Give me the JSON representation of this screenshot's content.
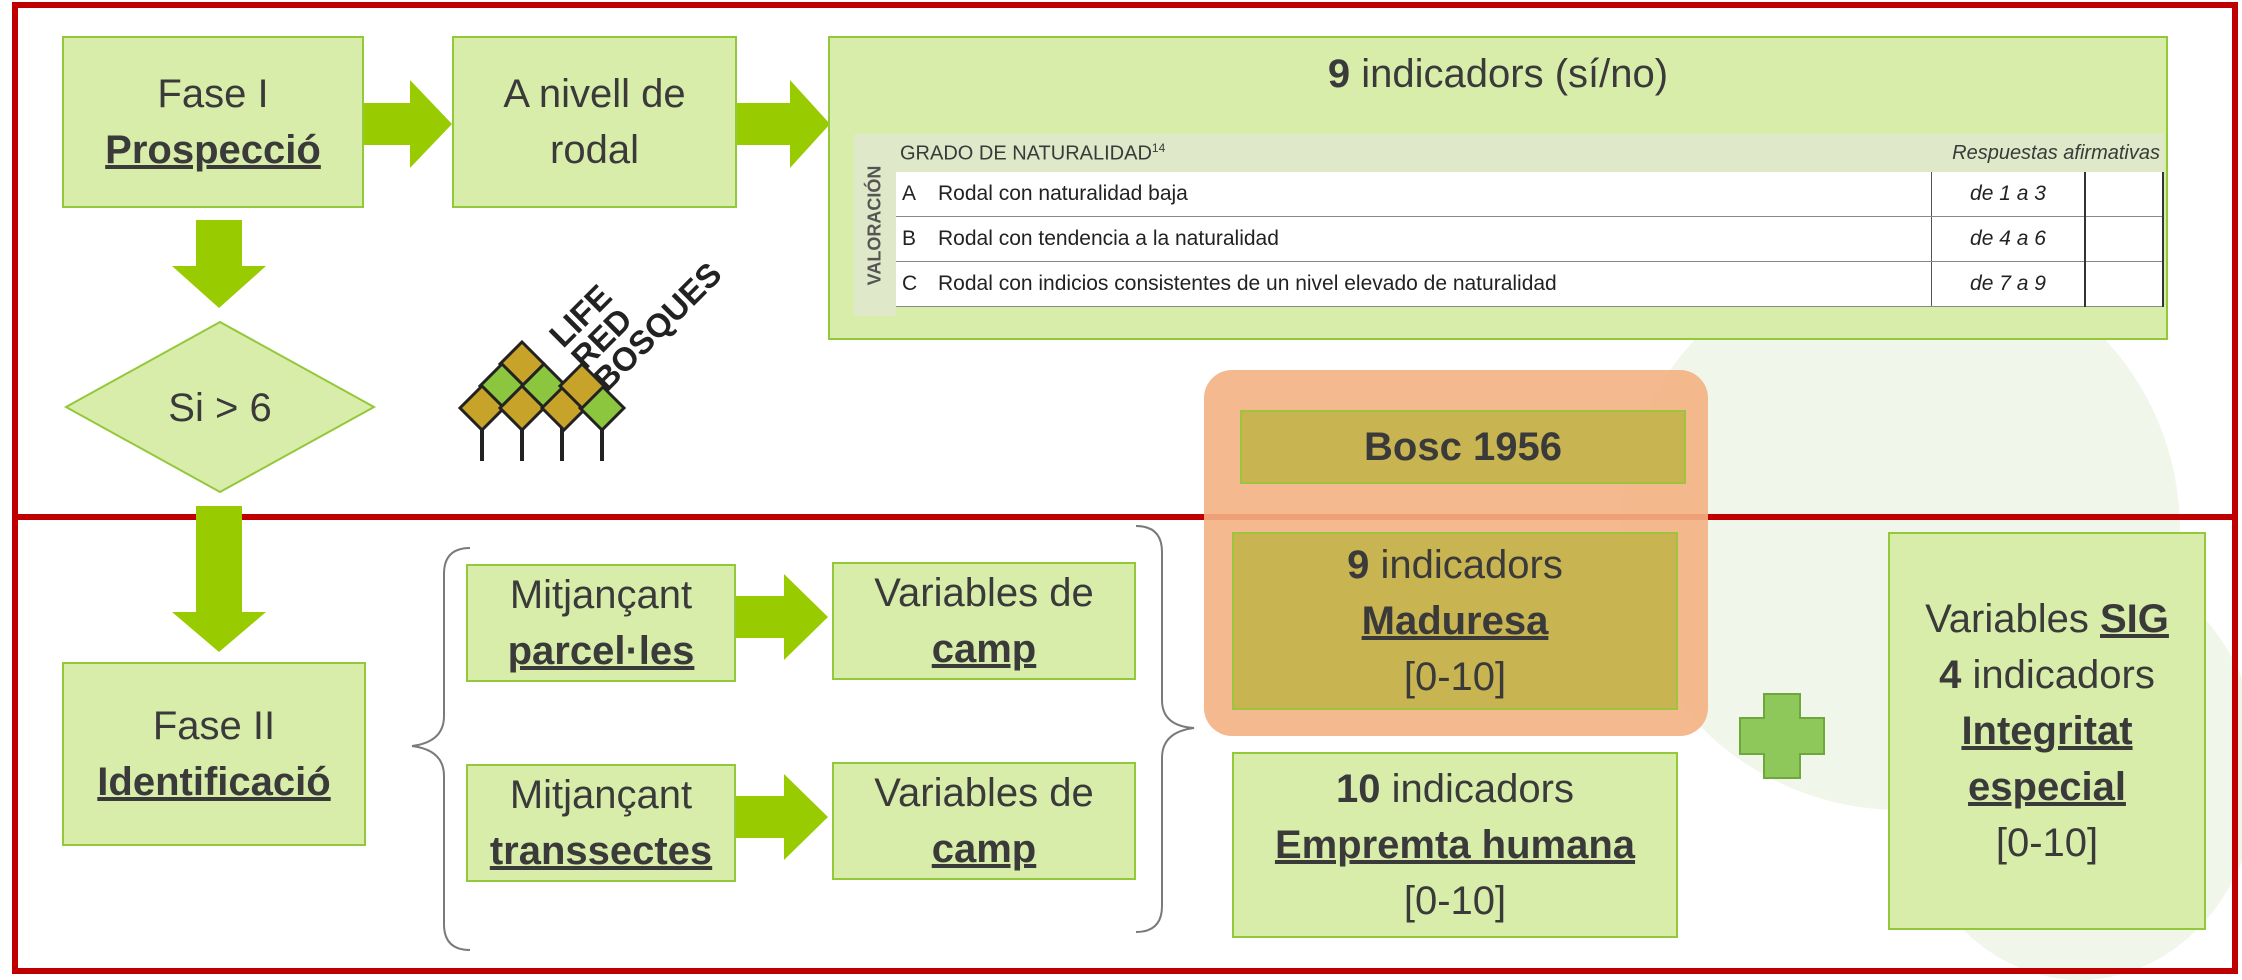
{
  "colors": {
    "frame": "#c00000",
    "box_fill": "#d9edaa",
    "box_border": "#92c83a",
    "arrow": "#99cc00",
    "highlight": "#f4b183",
    "gold_box": "#c8b450",
    "plus": "#8fc85a"
  },
  "phase1": {
    "label_prefix": "Fase I",
    "label_strong": "Prospecció",
    "level_text": "A nivell de rodal",
    "decision": "Si > 6",
    "logo_text": [
      "LIFE",
      "RED",
      "BOSQUES"
    ]
  },
  "indicators_panel": {
    "count": "9",
    "text": "indicadors (sí/no)",
    "table": {
      "side_label": "VALORACIÓN",
      "header": "GRADO DE NATURALIDAD",
      "header_sup": "14",
      "header_right": "Respuestas afirmativas",
      "rows": [
        {
          "letter": "A",
          "desc": "Rodal con naturalidad baja",
          "range": "de 1 a 3"
        },
        {
          "letter": "B",
          "desc": "Rodal con tendencia a la naturalidad",
          "range": "de 4 a 6"
        },
        {
          "letter": "C",
          "desc": "Rodal con indicios consistentes de un nivel elevado de naturalidad",
          "range": "de 7 a 9"
        }
      ]
    }
  },
  "phase2": {
    "label_prefix": "Fase II",
    "label_strong": "Identificació",
    "methods": [
      {
        "prefix": "Mitjançant",
        "strong": "parcel·les",
        "var_prefix": "Variables de",
        "var_strong": "camp"
      },
      {
        "prefix": "Mitjançant",
        "strong": "transsectes",
        "var_prefix": "Variables de",
        "var_strong": "camp"
      }
    ]
  },
  "bosc": "Bosc 1956",
  "maduresa": {
    "count": "9",
    "text": "indicadors",
    "strong": "Maduresa",
    "range": "[0-10]"
  },
  "empremta": {
    "count": "10",
    "text": "indicadors",
    "strong": "Empremta humana",
    "range": "[0-10]"
  },
  "sig": {
    "prefix": "Variables",
    "strong_sig": "SIG",
    "count": "4",
    "text": "indicadors",
    "strong": "Integritat especial",
    "range": "[0-10]"
  }
}
